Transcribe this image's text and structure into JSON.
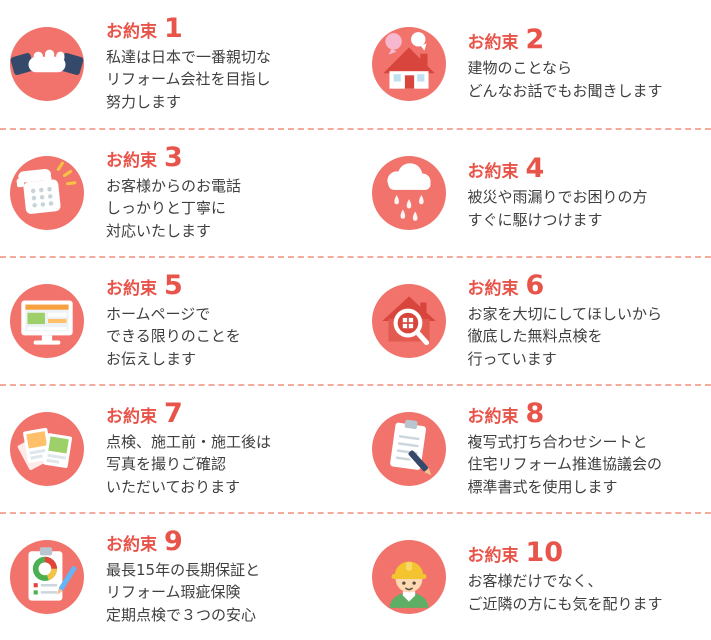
{
  "theme": {
    "circle_color": "#f1736b",
    "accent_color": "#e8544a",
    "text_color": "#3f3f3f",
    "divider_color": "#f4ab9d"
  },
  "items": [
    {
      "label": "お約束",
      "number": "1",
      "icon": "handshake-icon",
      "lines": [
        "私達は日本で一番親切な",
        "リフォーム会社を目指し",
        "努力します"
      ]
    },
    {
      "label": "お約束",
      "number": "2",
      "icon": "house-icon",
      "lines": [
        "建物のことなら",
        "どんなお話でもお聞きします"
      ]
    },
    {
      "label": "お約束",
      "number": "3",
      "icon": "telephone-icon",
      "lines": [
        "お客様からのお電話",
        "しっかりと丁寧に",
        "対応いたします"
      ]
    },
    {
      "label": "お約束",
      "number": "4",
      "icon": "rain-icon",
      "lines": [
        "被災や雨漏りでお困りの方",
        "すぐに駆けつけます"
      ]
    },
    {
      "label": "お約束",
      "number": "5",
      "icon": "monitor-icon",
      "lines": [
        "ホームページで",
        "できる限りのことを",
        "お伝えします"
      ]
    },
    {
      "label": "お約束",
      "number": "6",
      "icon": "house-inspection-icon",
      "lines": [
        "お家を大切にしてほしいから",
        "徹底した無料点検を",
        "行っています"
      ]
    },
    {
      "label": "お約束",
      "number": "7",
      "icon": "photos-icon",
      "lines": [
        "点検、施工前・施工後は",
        "写真を撮りご確認",
        "いただいております"
      ]
    },
    {
      "label": "お約束",
      "number": "8",
      "icon": "clipboard-pen-icon",
      "lines": [
        "複写式打ち合わせシートと",
        "住宅リフォーム推進協議会の",
        "標準書式を使用します"
      ]
    },
    {
      "label": "お約束",
      "number": "9",
      "icon": "clipboard-chart-icon",
      "lines": [
        "最長15年の長期保証と",
        "リフォーム瑕疵保険",
        "定期点検で３つの安心"
      ]
    },
    {
      "label": "お約束",
      "number": "10",
      "icon": "worker-icon",
      "lines": [
        "お客様だけでなく、",
        "ご近隣の方にも気を配ります"
      ]
    }
  ]
}
